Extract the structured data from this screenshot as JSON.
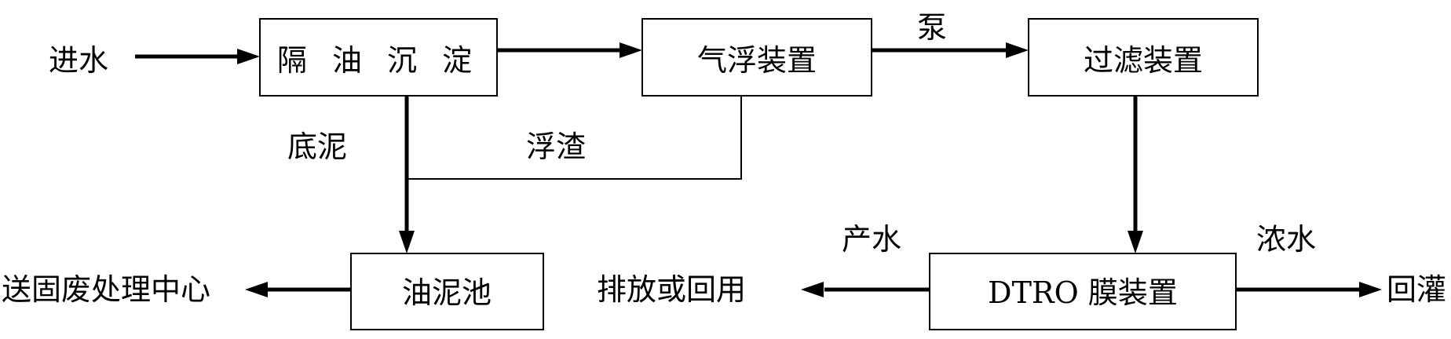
{
  "nodes": {
    "oil_separation": "隔 油 沉 淀",
    "air_flotation": "气浮装置",
    "filtration": "过滤装置",
    "sludge_pool": "油泥池",
    "dtro": "DTRO 膜装置"
  },
  "terminals": {
    "inlet": "进水",
    "solid_waste_center": "送固废处理中心",
    "discharge_reuse": "排放或回用",
    "reinjection": "回灌"
  },
  "edge_labels": {
    "pump": "泵",
    "bottom_sludge": "底泥",
    "float_scum": "浮渣",
    "product_water": "产水",
    "concentrate": "浓水"
  }
}
